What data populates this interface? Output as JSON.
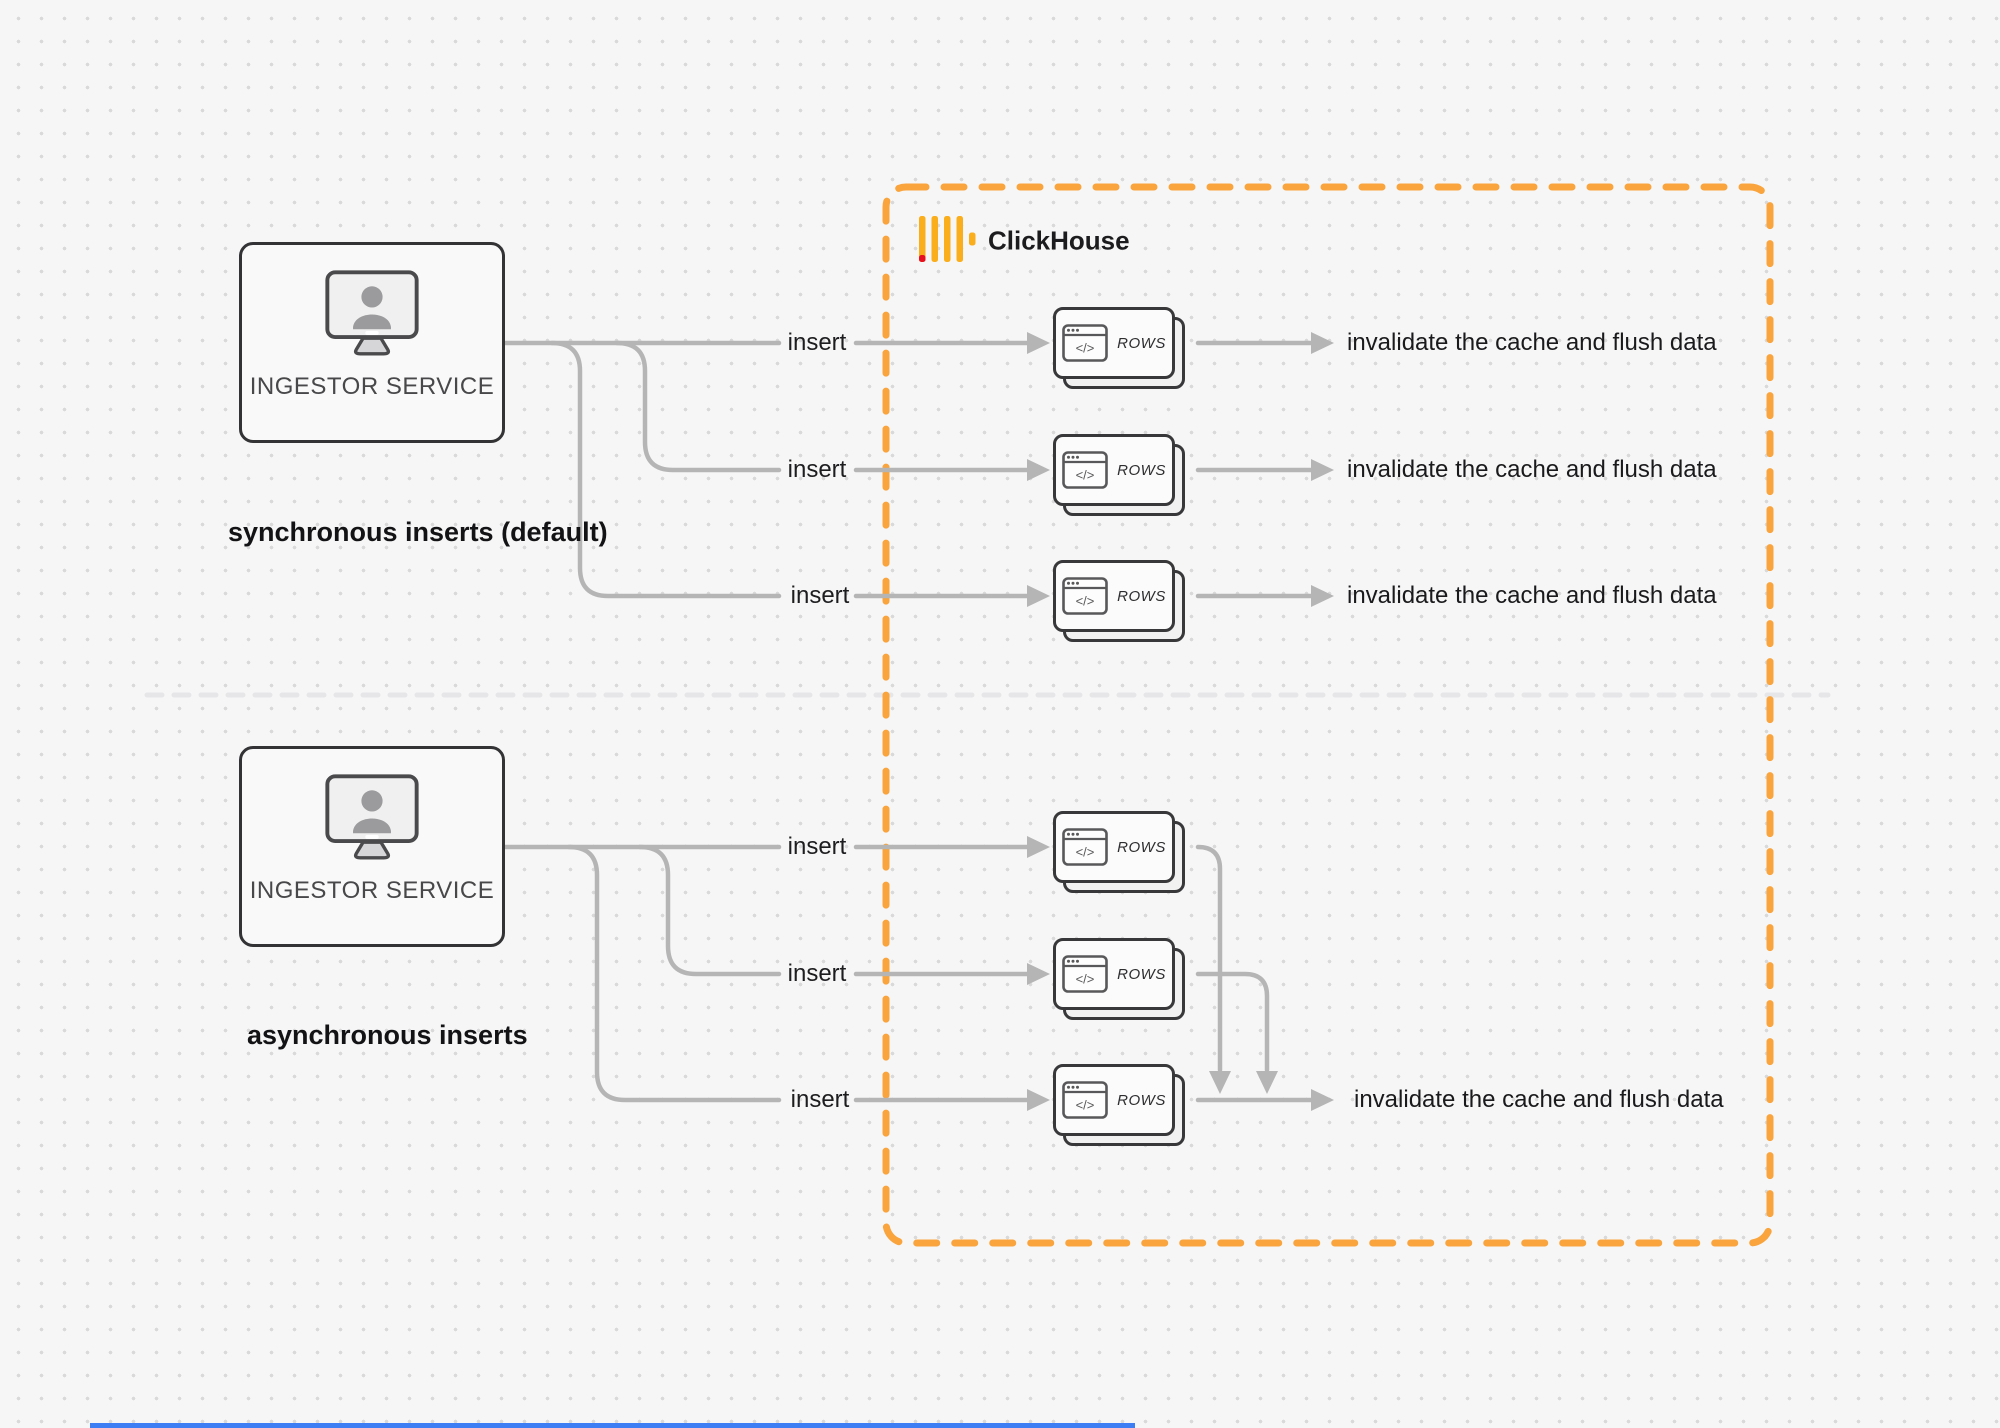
{
  "diagram_title": "ClickHouse synchronous vs asynchronous inserts",
  "clickhouse": {
    "name": "ClickHouse"
  },
  "icons": {
    "code_glyph": "</>",
    "monitor_icon": "monitor with user silhouette",
    "rows_card_icon": "browser window with code"
  },
  "sync_section": {
    "title": "synchronous inserts (default)",
    "ingestor_label": "INGESTOR SERVICE",
    "rows": [
      {
        "insert_label": "insert",
        "card_label": "ROWS",
        "result_label": "invalidate the cache and flush data"
      },
      {
        "insert_label": "insert",
        "card_label": "ROWS",
        "result_label": "invalidate the cache and flush data"
      },
      {
        "insert_label": "insert",
        "card_label": "ROWS",
        "result_label": "invalidate the cache and flush data"
      }
    ]
  },
  "async_section": {
    "title": "asynchronous inserts",
    "ingestor_label": "INGESTOR SERVICE",
    "rows": [
      {
        "insert_label": "insert",
        "card_label": "ROWS"
      },
      {
        "insert_label": "insert",
        "card_label": "ROWS"
      },
      {
        "insert_label": "insert",
        "card_label": "ROWS"
      }
    ],
    "result_label": "invalidate the cache and flush data"
  },
  "colors": {
    "accent_orange": "#F9A43C",
    "logo_yellow": "#FAAE1C",
    "logo_red": "#E8101E",
    "arrow_gray": "#B5B5B6",
    "divider_gray": "#E6E6E8",
    "bottom_bar_blue": "#3D7EF5",
    "background": "#F6F6F7"
  }
}
